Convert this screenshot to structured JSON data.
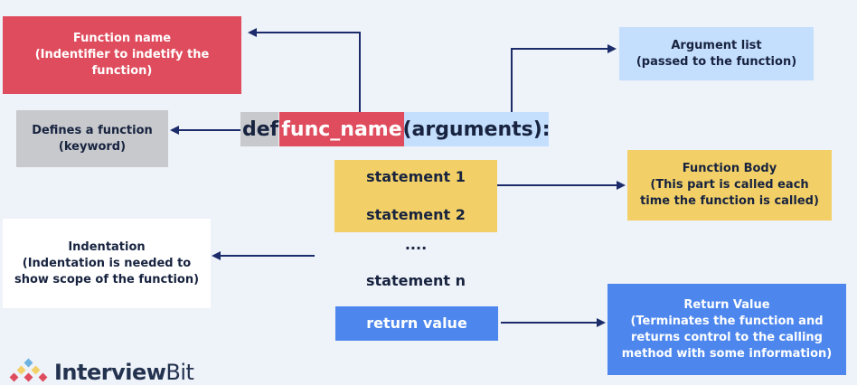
{
  "code": {
    "keyword": "def",
    "func_name": "func_name",
    "arguments": "(arguments):",
    "statements": [
      "statement 1",
      "statement 2",
      "....",
      "statement n"
    ],
    "return": "return value"
  },
  "labels": {
    "function_name": {
      "title": "Function name",
      "detail": "(Indentifier to indetify the function)"
    },
    "defines_function": {
      "title": "Defines a function",
      "detail": "(keyword)"
    },
    "argument_list": {
      "title": "Argument list",
      "detail": "(passed to the function)"
    },
    "function_body": {
      "title": "Function Body",
      "detail": "(This part is called each time the function is called)"
    },
    "indentation": {
      "title": "Indentation",
      "detail": "(Indentation is needed to show scope of the function)"
    },
    "return_value": {
      "title": "Return Value",
      "detail": "(Terminates the function and returns control to the calling method with some information)"
    }
  },
  "logo": {
    "part1": "Interview",
    "part2": "Bit"
  },
  "colors": {
    "background": "#eef2f9",
    "red": "#df4c5d",
    "grey": "#c7c9cc",
    "light_blue": "#c4defd",
    "yellow": "#f3d067",
    "blue": "#4d87ee",
    "navy": "#1c2c6b"
  }
}
